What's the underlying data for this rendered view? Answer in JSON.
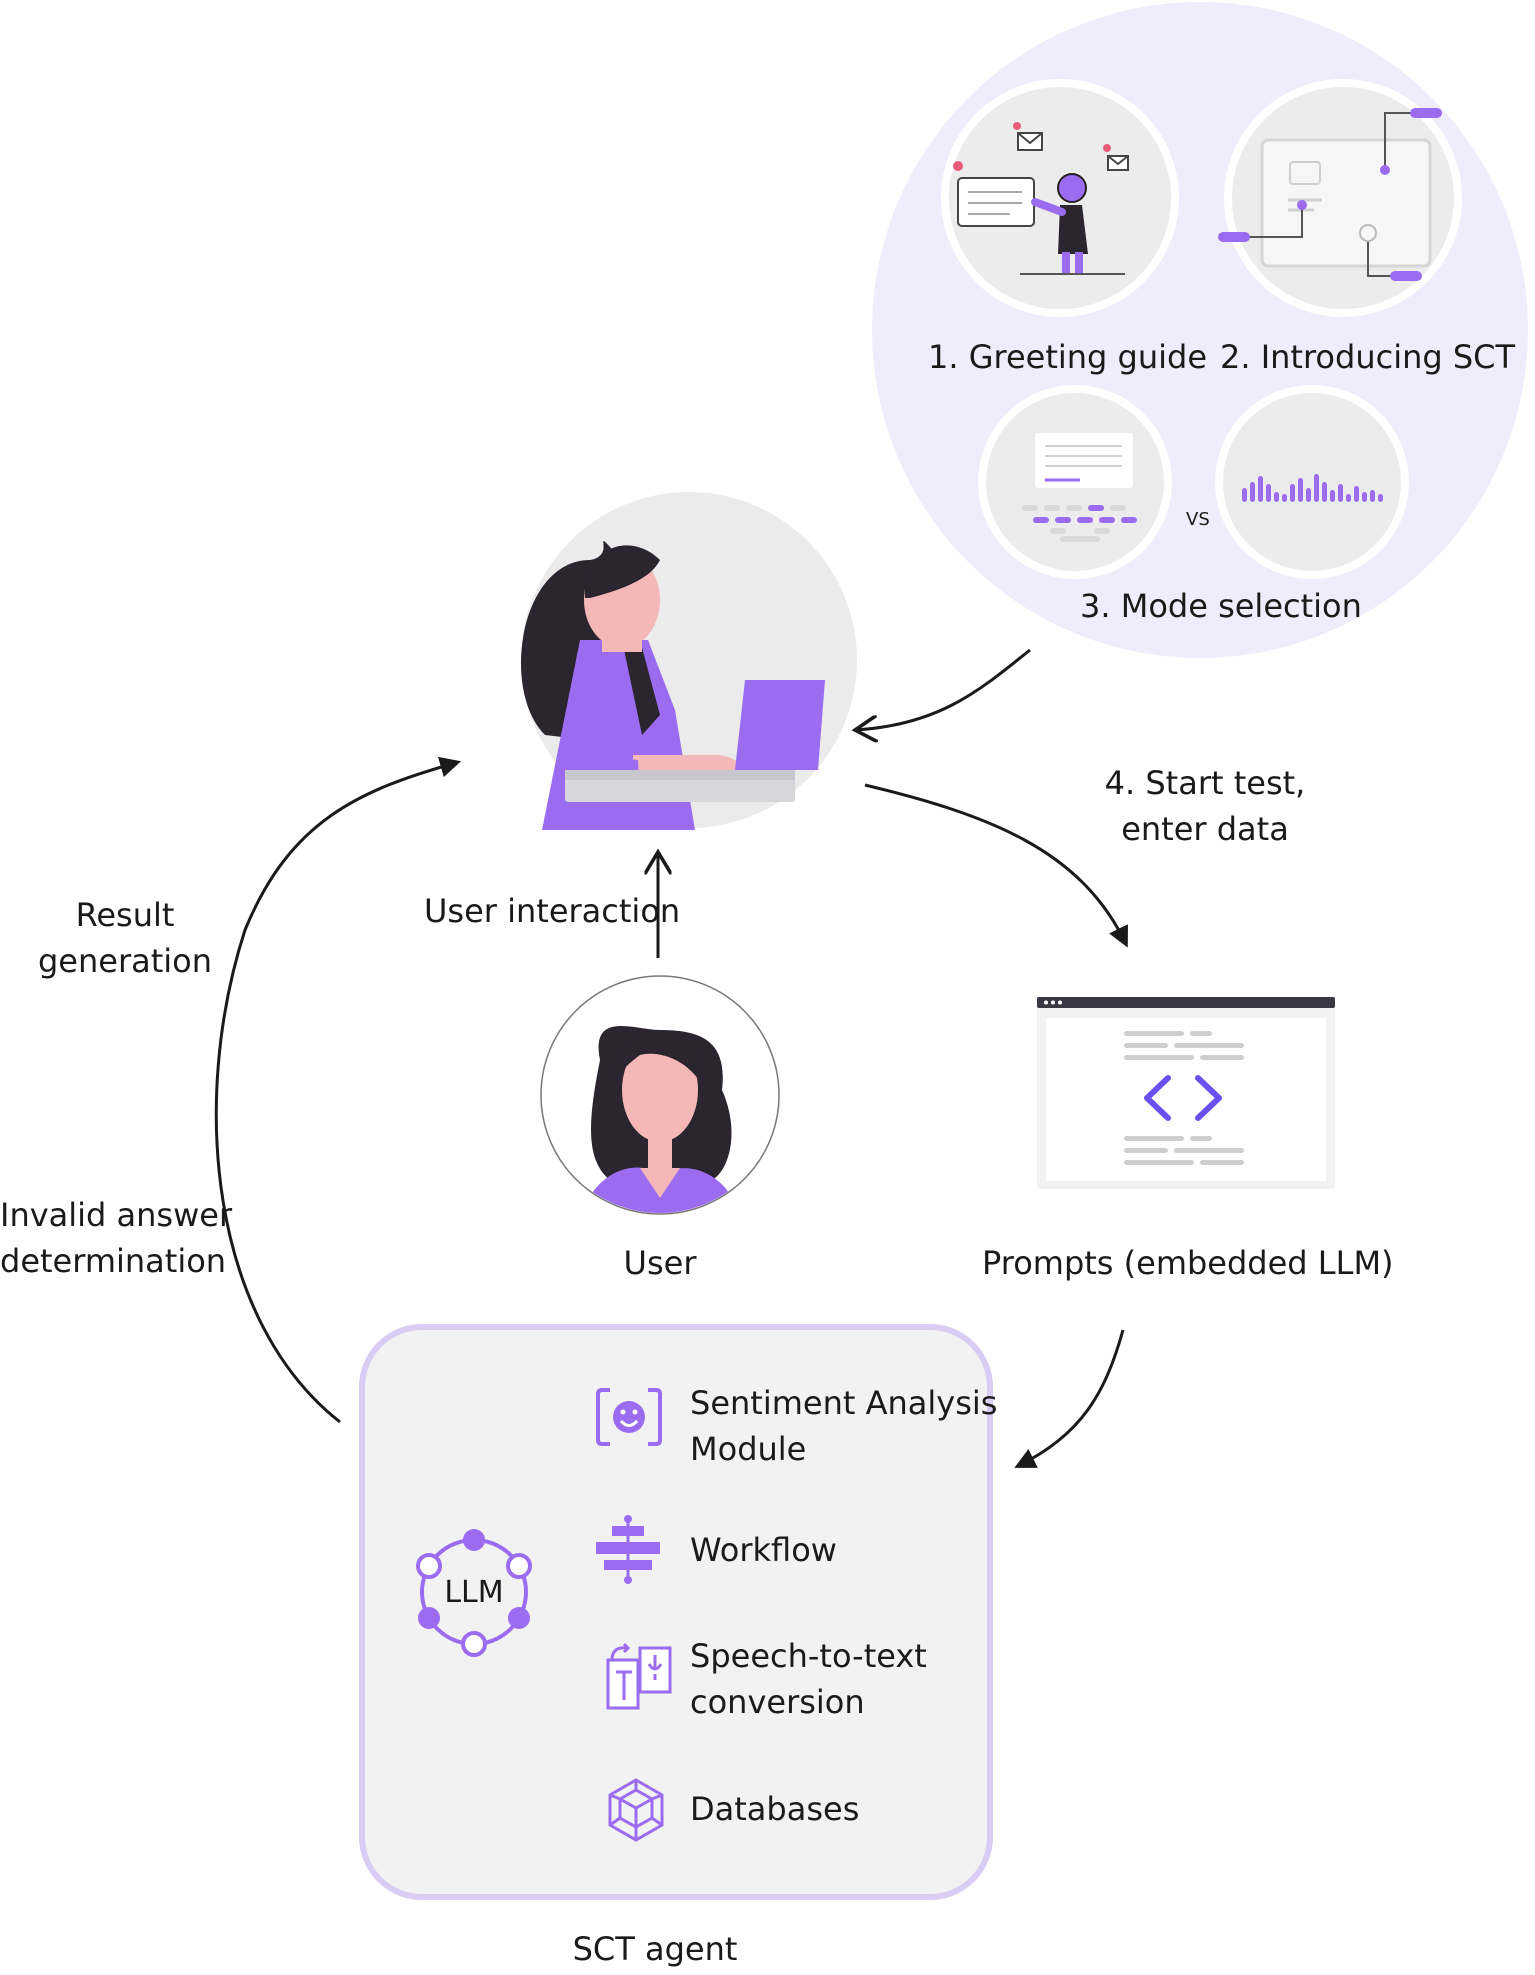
{
  "steps": {
    "greeting": "1. Greeting guide",
    "introducing": "2. Introducing SCT",
    "mode_selection": "3. Mode selection",
    "vs": "VS"
  },
  "flow": {
    "start_test_line1": "4. Start test,",
    "start_test_line2": "enter data",
    "user_interaction": "User interaction",
    "result_line1": "Result",
    "result_line2": "generation",
    "invalid_line1": "Invalid answer",
    "invalid_line2": "determination"
  },
  "nodes": {
    "user": "User",
    "prompts": "Prompts (embedded LLM)",
    "agent": "SCT agent"
  },
  "agent_box": {
    "llm": "LLM",
    "modules": [
      {
        "line1": "Sentiment Analysis",
        "line2": "Module",
        "icon": "face-scan-icon"
      },
      {
        "line1": "Workflow",
        "line2": "",
        "icon": "workflow-icon"
      },
      {
        "line1": "Speech-to-text",
        "line2": "conversion",
        "icon": "speech-to-text-icon"
      },
      {
        "line1": "Databases",
        "line2": "",
        "icon": "database-cube-icon"
      }
    ]
  },
  "colors": {
    "accent": "#9b6cf0",
    "accent_light": "#efecfb",
    "box_border": "#d9cdf5",
    "box_fill": "#f2f2f2",
    "skin": "#f5b8b8",
    "hair": "#2b2530"
  }
}
